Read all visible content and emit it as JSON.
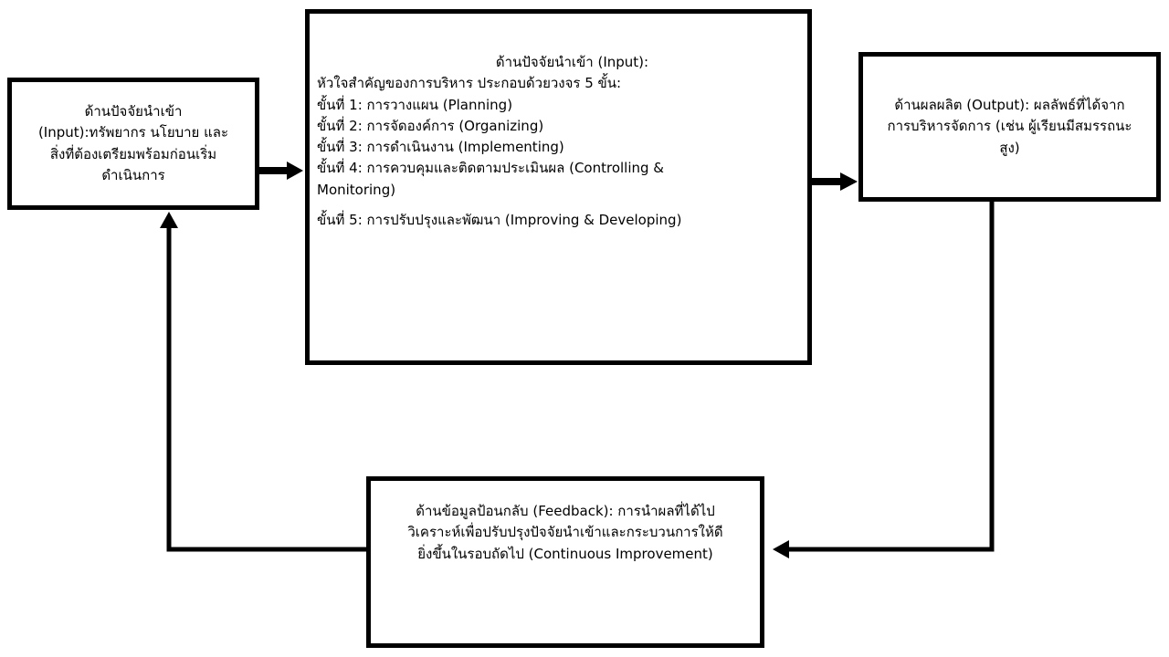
{
  "input_box": {
    "lines": [
      "ด้านปัจจัยนำเข้า",
      "(Input):ทรัพยากร นโยบาย และ",
      "สิ่งที่ต้องเตรียมพร้อมก่อนเริ่ม",
      "ดำเนินการ"
    ]
  },
  "process_box": {
    "title": "ด้านปัจจัยนำเข้า (Input):",
    "intro": "หัวใจสำคัญของการบริหาร ประกอบด้วยวงจร 5 ขั้น:",
    "step1": "ขั้นที่ 1: การวางแผน (Planning)",
    "step2": "ขั้นที่ 2: การจัดองค์การ (Organizing)",
    "step3": "ขั้นที่ 3: การดำเนินงาน (Implementing)",
    "step4_line1": "ขั้นที่ 4: การควบคุมและติดตามประเมินผล (Controlling &",
    "step4_line2": "Monitoring)",
    "step5": "ขั้นที่ 5: การปรับปรุงและพัฒนา (Improving & Developing)"
  },
  "output_box": {
    "lines": [
      "ด้านผลผลิต (Output): ผลลัพธ์ที่ได้จาก",
      "การบริหารจัดการ (เช่น ผู้เรียนมีสมรรถนะ",
      "สูง)"
    ]
  },
  "feedback_box": {
    "lines": [
      "ด้านข้อมูลป้อนกลับ (Feedback): การนำผลที่ได้ไป",
      "วิเคราะห์เพื่อปรับปรุงปัจจัยนำเข้าและกระบวนการให้ดี",
      "ยิ่งขึ้นในรอบถัดไป (Continuous Improvement)"
    ]
  },
  "colors": {
    "stroke": "#000000",
    "background": "#ffffff"
  }
}
